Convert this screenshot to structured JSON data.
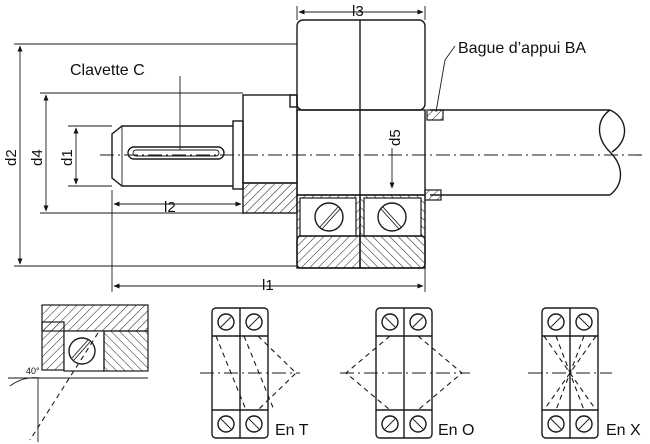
{
  "labels": {
    "clavette": "Clavette C",
    "bague": "Bague d’appui BA",
    "d2": "d2",
    "d4": "d4",
    "d1": "d1",
    "d5": "d5",
    "l1": "l1",
    "l2": "l2",
    "l3": "l3",
    "angle": "40°",
    "en_t": "En T",
    "en_o": "En O",
    "en_x": "En X"
  },
  "colors": {
    "ink": "#1a1a1a",
    "hatch": "#1a1a1a",
    "shade": "#f2f2f2"
  }
}
